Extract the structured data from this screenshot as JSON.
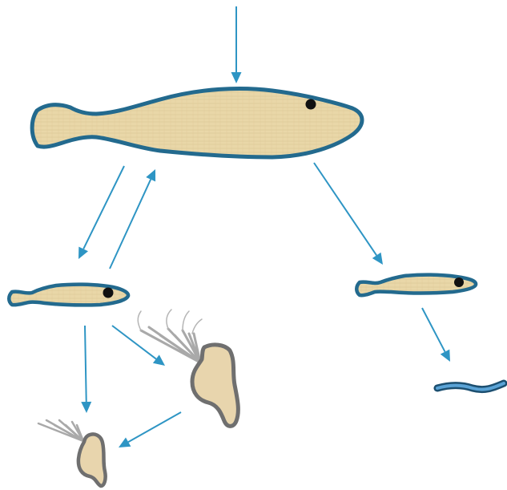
{
  "diagram": {
    "background": "#ffffff",
    "colors": {
      "arrow": "#2e95c4",
      "fish_outline": "#236a8e",
      "fish_fill": "#e9d7a8",
      "fish_eye": "#111111",
      "particle_outline": "#6f6f6f",
      "particle_fill": "#e8d5ad",
      "tail_fill": "#a9a9a9",
      "worm_outer": "#1c4f70",
      "worm_inner": "#5aa3d6"
    },
    "nodes": [
      {
        "id": "large-fish",
        "kind": "fish-icon"
      },
      {
        "id": "small-fish-left",
        "kind": "fish-icon"
      },
      {
        "id": "small-fish-right",
        "kind": "fish-icon"
      },
      {
        "id": "large-particle",
        "kind": "particle-icon"
      },
      {
        "id": "small-particle",
        "kind": "particle-icon"
      },
      {
        "id": "worm",
        "kind": "worm-icon"
      }
    ],
    "edges": [
      {
        "from": "external-input",
        "to": "large-fish"
      },
      {
        "from": "large-fish",
        "to": "small-fish-left"
      },
      {
        "from": "small-fish-left",
        "to": "large-fish"
      },
      {
        "from": "large-fish",
        "to": "small-fish-right"
      },
      {
        "from": "small-fish-left",
        "to": "small-particle"
      },
      {
        "from": "small-fish-left",
        "to": "large-particle"
      },
      {
        "from": "large-particle",
        "to": "small-particle"
      },
      {
        "from": "small-fish-right",
        "to": "worm"
      }
    ]
  }
}
